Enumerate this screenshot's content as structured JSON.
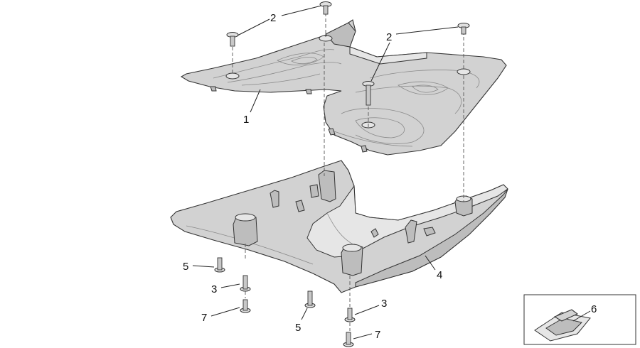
{
  "callouts": [
    {
      "id": "c2a",
      "text": "2"
    },
    {
      "id": "c2b",
      "text": "2"
    },
    {
      "id": "c1",
      "text": "1"
    },
    {
      "id": "c4",
      "text": "4"
    },
    {
      "id": "c5a",
      "text": "5"
    },
    {
      "id": "c3a",
      "text": "3"
    },
    {
      "id": "c7a",
      "text": "7"
    },
    {
      "id": "c5b",
      "text": "5"
    },
    {
      "id": "c3b",
      "text": "3"
    },
    {
      "id": "c7b",
      "text": "7"
    },
    {
      "id": "c6",
      "text": "6"
    }
  ]
}
